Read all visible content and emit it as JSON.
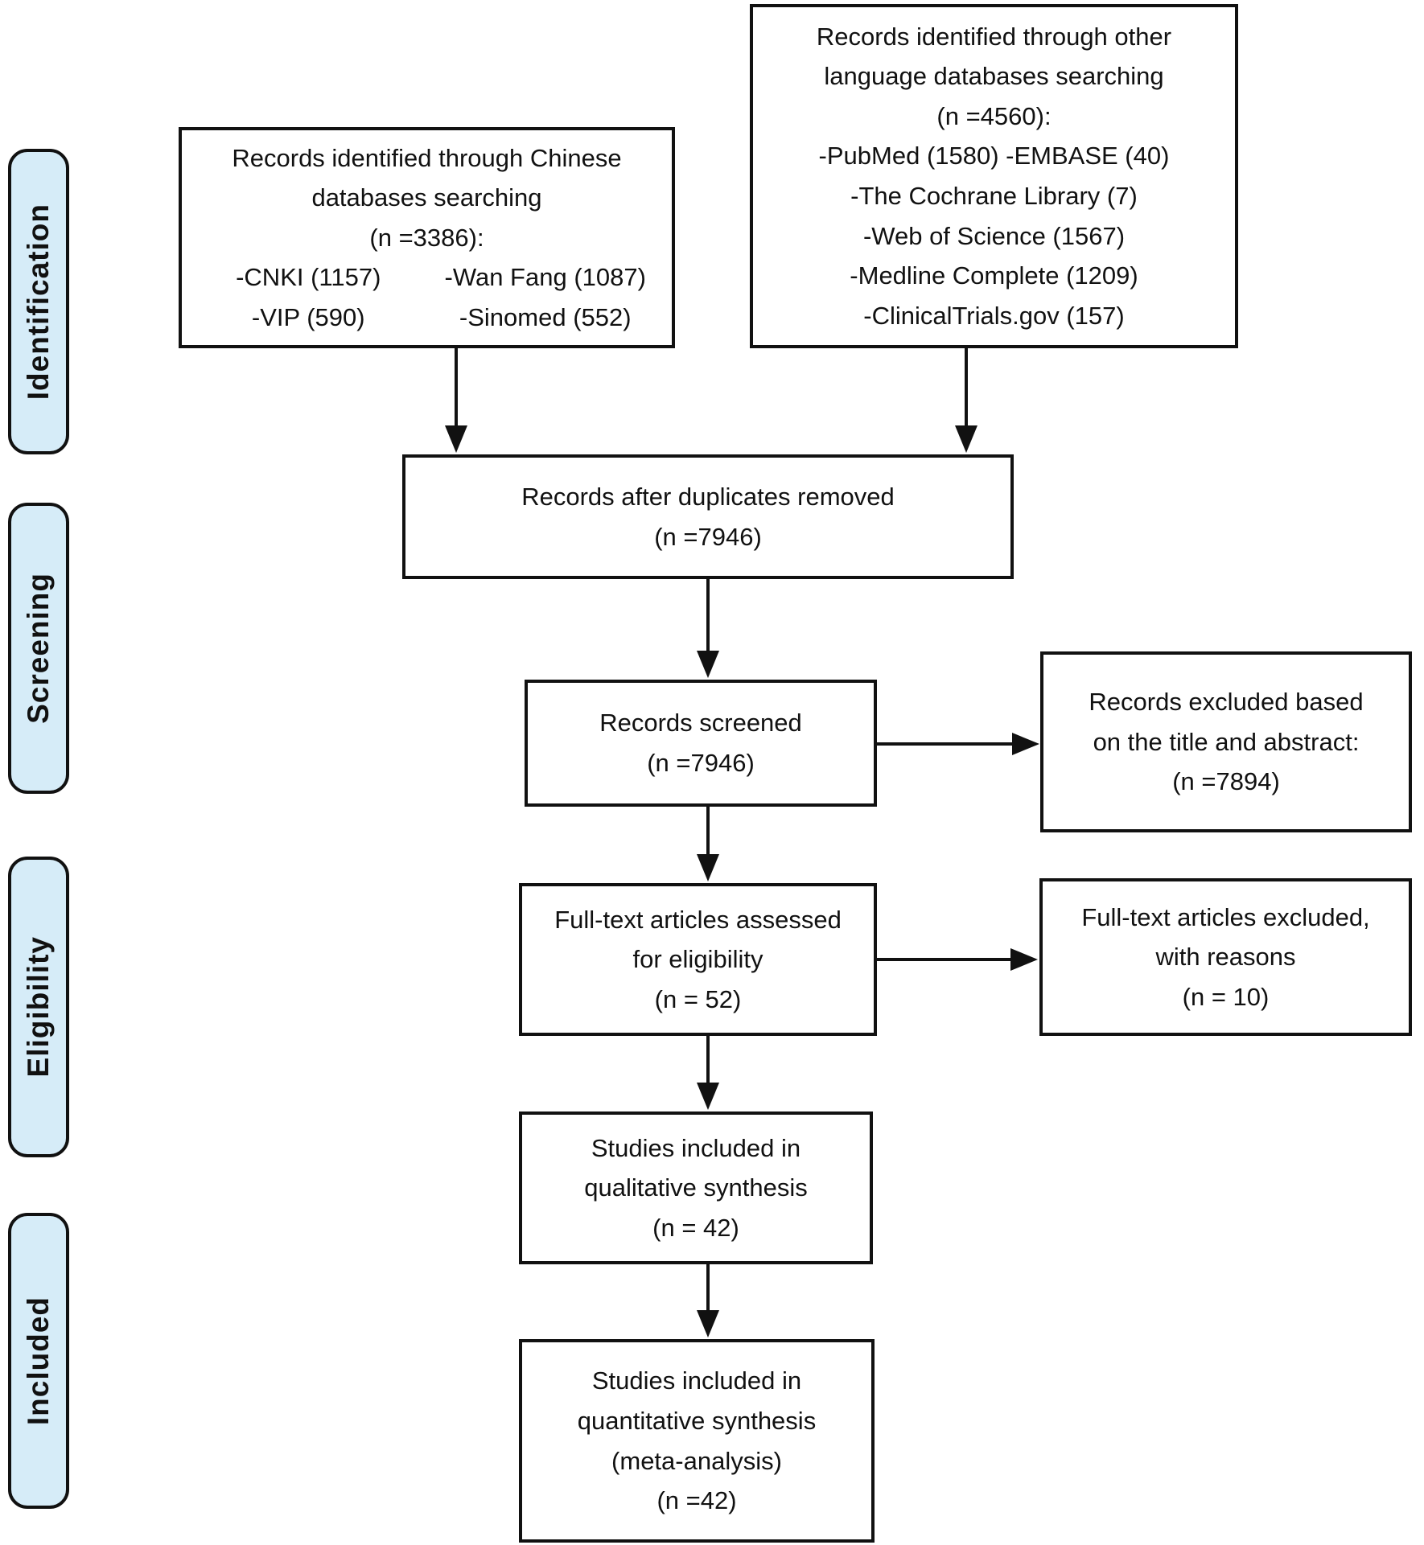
{
  "colors": {
    "background": "#ffffff",
    "sidebar_fill": "#d6ecf8",
    "line_color": "#111111"
  },
  "sidebar": {
    "items": [
      {
        "label": "Identification"
      },
      {
        "label": "Screening"
      },
      {
        "label": "Eligibility"
      },
      {
        "label": "Included"
      }
    ]
  },
  "boxes": {
    "chinese": {
      "lines": [
        "Records identified through Chinese",
        "databases searching",
        "(n =3386):"
      ],
      "grid": [
        [
          "-CNKI (1157)",
          "-Wan Fang (1087)"
        ],
        [
          "-VIP (590)",
          "-Sinomed (552)"
        ]
      ]
    },
    "other": {
      "lines": [
        "Records identified through other",
        "language databases searching",
        "(n =4560):",
        "-PubMed (1580) -EMBASE (40)",
        "-The Cochrane Library (7)",
        "-Web of Science (1567)",
        "-Medline Complete (1209)",
        "-ClinicalTrials.gov (157)"
      ]
    },
    "duplicates": {
      "lines": [
        "Records after duplicates removed",
        "(n =7946)"
      ]
    },
    "screened": {
      "lines": [
        "Records screened",
        "(n =7946)"
      ]
    },
    "excluded_title_abstract": {
      "lines": [
        "Records excluded based",
        "on the title and abstract:",
        "(n =7894)"
      ]
    },
    "fulltext_assessed": {
      "lines": [
        "Full-text articles assessed",
        "for eligibility",
        "(n = 52)"
      ]
    },
    "fulltext_excluded": {
      "lines": [
        "Full-text articles excluded,",
        "with reasons",
        "(n = 10)"
      ]
    },
    "qualitative": {
      "lines": [
        "Studies included in",
        "qualitative synthesis",
        "(n = 42)"
      ]
    },
    "quantitative": {
      "lines": [
        "Studies included in",
        "quantitative synthesis",
        "(meta-analysis)",
        "(n =42)"
      ]
    }
  }
}
